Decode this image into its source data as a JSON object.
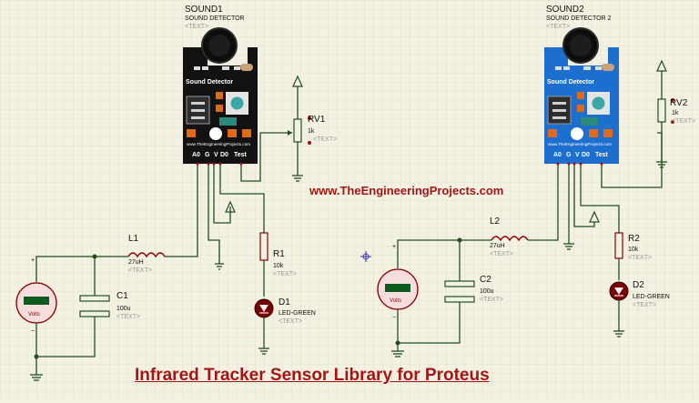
{
  "site_url": "www.TheEngineeringProjects.com",
  "footer_title": "Infrared Tracker Sensor Library for Proteus",
  "placeholder_text": "<TEXT>",
  "module1": {
    "ref": "SOUND1",
    "name": "SOUND DETECTOR",
    "board_label": "Sound Detector",
    "website": "www.TheEngineeringProjects.com",
    "pins": [
      "A0",
      "G",
      "V",
      "D0",
      "Test"
    ]
  },
  "module2": {
    "ref": "SOUND2",
    "name": "SOUND DETECTOR 2",
    "board_label": "Sound Detector",
    "website": "www.TheEngineeringProjects.com",
    "pins": [
      "A0",
      "G",
      "V",
      "D0",
      "Test"
    ]
  },
  "components": {
    "L1": {
      "ref": "L1",
      "value": "27uH"
    },
    "L2": {
      "ref": "L2",
      "value": "27uH"
    },
    "C1": {
      "ref": "C1",
      "value": "100u"
    },
    "C2": {
      "ref": "C2",
      "value": "100u"
    },
    "R1": {
      "ref": "R1",
      "value": "10k"
    },
    "R2": {
      "ref": "R2",
      "value": "10k"
    },
    "D1": {
      "ref": "D1",
      "value": "LED-GREEN"
    },
    "D2": {
      "ref": "D2",
      "value": "LED-GREEN"
    },
    "RV1": {
      "ref": "RV1",
      "value": "1k"
    },
    "RV2": {
      "ref": "RV2",
      "value": "1k"
    },
    "voltmeter_label": "Volts"
  },
  "colors": {
    "grid": "#d9d6c0",
    "background": "#f3f1e2",
    "wire": "#1f4f1f",
    "module1_board": "#111111",
    "module2_board": "#1c6fcf",
    "title_red": "#a51515",
    "led_red": "#8a0000"
  }
}
